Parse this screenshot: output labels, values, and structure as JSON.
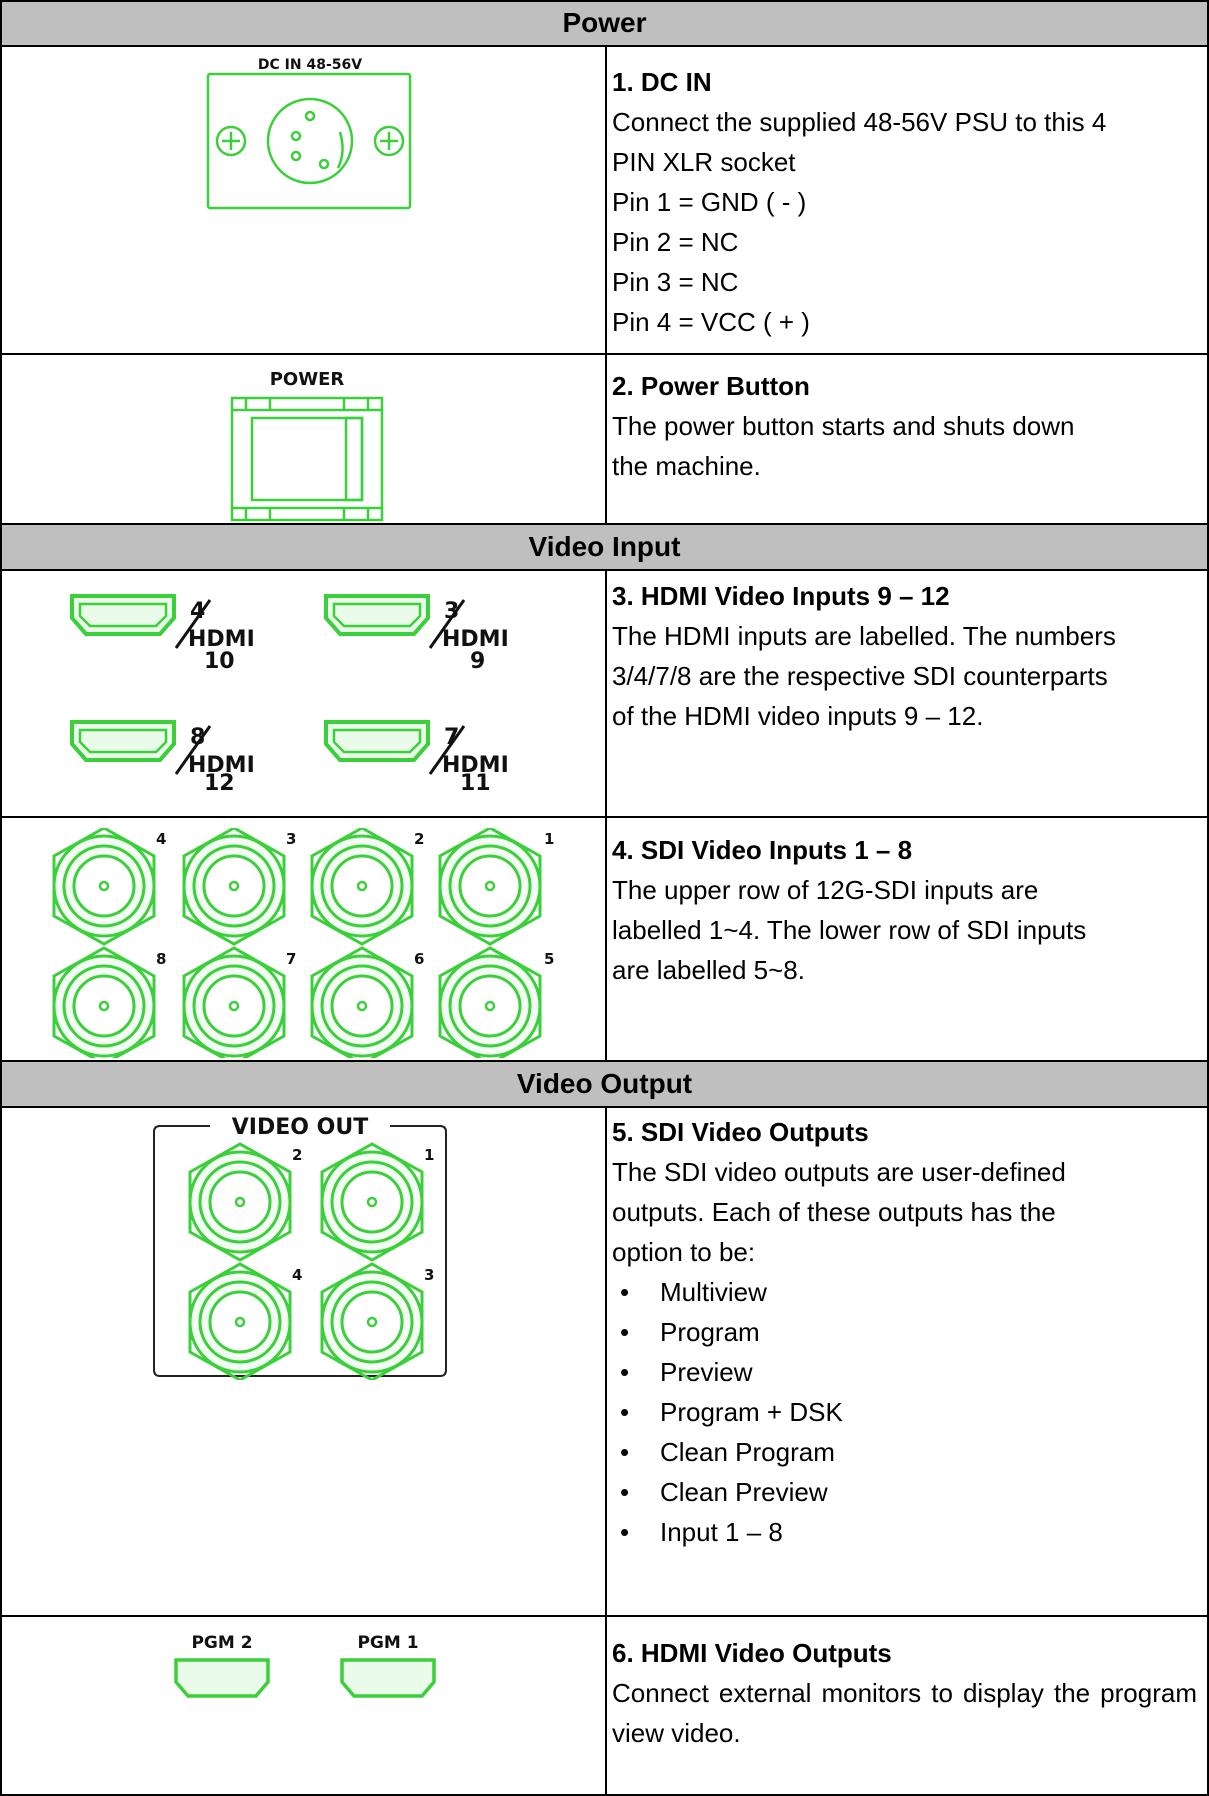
{
  "sections": [
    {
      "title": "Power",
      "rows": [
        {
          "figure": {
            "label": "DC IN 48-56V",
            "icon": "xlr-socket-icon"
          },
          "title": "1. DC IN",
          "lines": [
            "Connect the supplied 48-56V PSU to this 4",
            "PIN XLR socket",
            "Pin 1 = GND ( - )",
            "Pin 2 = NC",
            "Pin 3 = NC",
            "Pin 4 = VCC ( + )"
          ]
        },
        {
          "figure": {
            "label": "POWER",
            "icon": "rocker-switch-icon"
          },
          "title": "2. Power Button",
          "lines": [
            "The power button starts and shuts down",
            "the machine."
          ]
        }
      ]
    },
    {
      "title": "Video Input",
      "rows": [
        {
          "figure": {
            "icon": "hdmi-port-icon",
            "ports": [
              {
                "num": "4",
                "name": "HDMI",
                "sub": "10"
              },
              {
                "num": "3",
                "name": "HDMI",
                "sub": "9"
              },
              {
                "num": "8",
                "name": "HDMI",
                "sub": "12"
              },
              {
                "num": "7",
                "name": "HDMI",
                "sub": "11"
              }
            ]
          },
          "title": "3. HDMI Video Inputs 9 – 12",
          "lines": [
            "The HDMI inputs are labelled. The numbers",
            "3/4/7/8 are the respective SDI counterparts",
            "of the HDMI video inputs 9 – 12."
          ]
        },
        {
          "figure": {
            "icon": "bnc-connector-icon",
            "labels": [
              "4",
              "3",
              "2",
              "1",
              "8",
              "7",
              "6",
              "5"
            ]
          },
          "title": "4. SDI Video Inputs 1 – 8",
          "lines": [
            "The upper row of 12G-SDI inputs are",
            "labelled 1~4. The lower row of SDI inputs",
            "are labelled 5~8."
          ]
        }
      ]
    },
    {
      "title": "Video Output",
      "rows": [
        {
          "figure": {
            "label": "VIDEO OUT",
            "icon": "bnc-connector-icon",
            "labels": [
              "2",
              "1",
              "4",
              "3"
            ]
          },
          "title": "5. SDI Video Outputs",
          "lines": [
            "The SDI video outputs are user-defined",
            "outputs. Each of these outputs has the",
            "option to be:"
          ],
          "bullets": [
            "Multiview",
            "Program",
            "Preview",
            "Program + DSK",
            "Clean Program",
            "Clean Preview",
            "Input 1 – 8"
          ]
        },
        {
          "figure": {
            "icon": "hdmi-port-icon",
            "labels": [
              "PGM 2",
              "PGM 1"
            ]
          },
          "title": "6. HDMI Video Outputs",
          "lines": [
            "Connect external monitors to display the program view video."
          ]
        }
      ]
    }
  ],
  "colors": {
    "header_bg": "#bfbfbf",
    "border": "#000000",
    "connector_green": "#3ccf3c"
  }
}
